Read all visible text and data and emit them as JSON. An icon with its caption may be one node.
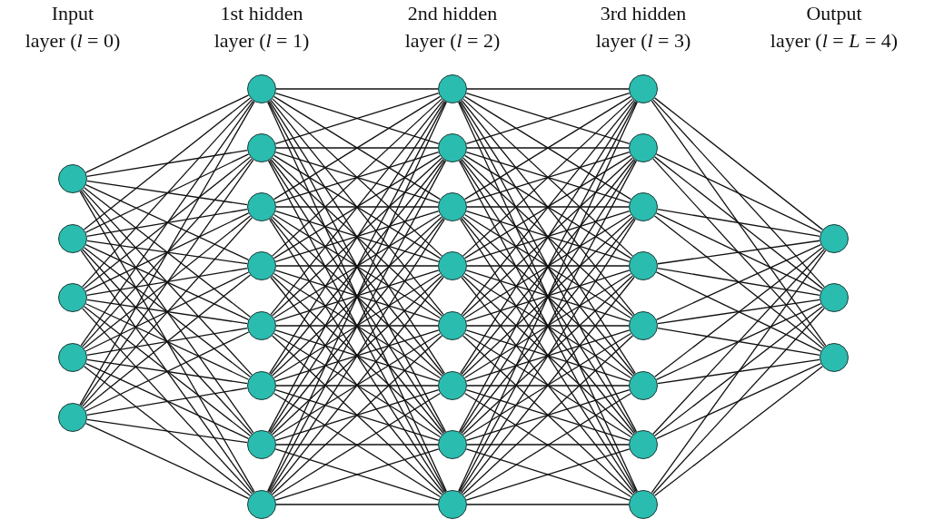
{
  "diagram": {
    "nodes": [
      {
        "text": [],
        "shape": "circle"
      },
      {
        "text": [],
        "shape": "circle"
      },
      {
        "text": [],
        "shape": "circle"
      },
      {
        "text": [],
        "shape": "circle"
      },
      {
        "text": [],
        "shape": "circle"
      },
      {
        "text": [],
        "shape": "circle"
      },
      {
        "text": [],
        "shape": "circle"
      },
      {
        "text": [],
        "shape": "circle"
      },
      {
        "text": [],
        "shape": "circle"
      },
      {
        "text": [],
        "shape": "circle"
      },
      {
        "text": [],
        "shape": "circle"
      },
      {
        "text": [],
        "shape": "circle"
      },
      {
        "text": [],
        "shape": "circle"
      },
      {
        "text": [],
        "shape": "circle"
      },
      {
        "text": [],
        "shape": "circle"
      },
      {
        "text": [],
        "shape": "circle"
      },
      {
        "text": [],
        "shape": "circle"
      },
      {
        "text": [],
        "shape": "circle"
      },
      {
        "text": [],
        "shape": "circle"
      },
      {
        "text": [],
        "shape": "circle"
      },
      {
        "text": [],
        "shape": "circle"
      },
      {
        "text": [],
        "shape": "circle"
      },
      {
        "text": [],
        "shape": "circle"
      },
      {
        "text": [],
        "shape": "circle"
      },
      {
        "text": [],
        "shape": "circle"
      },
      {
        "text": [],
        "shape": "circle"
      },
      {
        "text": [],
        "shape": "circle"
      },
      {
        "text": [],
        "shape": "circle"
      },
      {
        "text": [],
        "shape": "circle"
      },
      {
        "text": [],
        "shape": "circle"
      },
      {
        "text": [],
        "shape": "circle"
      },
      {
        "text": [],
        "shape": "circle"
      }
    ],
    "edges": [
      {
        "from": 0,
        "to": 5,
        "arrow": "none"
      },
      {
        "from": 0,
        "to": 6,
        "arrow": "none"
      },
      {
        "from": 0,
        "to": 7,
        "arrow": "none"
      },
      {
        "from": 0,
        "to": 8,
        "arrow": "none"
      },
      {
        "from": 0,
        "to": 9,
        "arrow": "none"
      },
      {
        "from": 0,
        "to": 10,
        "arrow": "none"
      },
      {
        "from": 0,
        "to": 11,
        "arrow": "none"
      },
      {
        "from": 0,
        "to": 12,
        "arrow": "none"
      },
      {
        "from": 1,
        "to": 5,
        "arrow": "none"
      },
      {
        "from": 1,
        "to": 6,
        "arrow": "none"
      },
      {
        "from": 1,
        "to": 7,
        "arrow": "none"
      },
      {
        "from": 1,
        "to": 8,
        "arrow": "none"
      },
      {
        "from": 1,
        "to": 9,
        "arrow": "none"
      },
      {
        "from": 1,
        "to": 10,
        "arrow": "none"
      },
      {
        "from": 1,
        "to": 11,
        "arrow": "none"
      },
      {
        "from": 1,
        "to": 12,
        "arrow": "none"
      },
      {
        "from": 2,
        "to": 5,
        "arrow": "none"
      },
      {
        "from": 2,
        "to": 6,
        "arrow": "none"
      },
      {
        "from": 2,
        "to": 7,
        "arrow": "none"
      },
      {
        "from": 2,
        "to": 8,
        "arrow": "none"
      },
      {
        "from": 2,
        "to": 9,
        "arrow": "none"
      },
      {
        "from": 2,
        "to": 10,
        "arrow": "none"
      },
      {
        "from": 2,
        "to": 11,
        "arrow": "none"
      },
      {
        "from": 2,
        "to": 12,
        "arrow": "none"
      },
      {
        "from": 3,
        "to": 5,
        "arrow": "none"
      },
      {
        "from": 3,
        "to": 6,
        "arrow": "none"
      },
      {
        "from": 3,
        "to": 7,
        "arrow": "none"
      },
      {
        "from": 3,
        "to": 8,
        "arrow": "none"
      },
      {
        "from": 3,
        "to": 9,
        "arrow": "none"
      },
      {
        "from": 3,
        "to": 10,
        "arrow": "none"
      },
      {
        "from": 3,
        "to": 11,
        "arrow": "none"
      },
      {
        "from": 3,
        "to": 12,
        "arrow": "none"
      },
      {
        "from": 4,
        "to": 5,
        "arrow": "none"
      },
      {
        "from": 4,
        "to": 6,
        "arrow": "none"
      },
      {
        "from": 4,
        "to": 7,
        "arrow": "none"
      },
      {
        "from": 4,
        "to": 8,
        "arrow": "none"
      },
      {
        "from": 4,
        "to": 9,
        "arrow": "none"
      },
      {
        "from": 4,
        "to": 10,
        "arrow": "none"
      },
      {
        "from": 4,
        "to": 11,
        "arrow": "none"
      },
      {
        "from": 4,
        "to": 12,
        "arrow": "none"
      },
      {
        "from": 5,
        "to": 13,
        "arrow": "none"
      },
      {
        "from": 5,
        "to": 14,
        "arrow": "none"
      },
      {
        "from": 5,
        "to": 15,
        "arrow": "none"
      },
      {
        "from": 5,
        "to": 16,
        "arrow": "none"
      },
      {
        "from": 5,
        "to": 17,
        "arrow": "none"
      },
      {
        "from": 5,
        "to": 18,
        "arrow": "none"
      },
      {
        "from": 5,
        "to": 19,
        "arrow": "none"
      },
      {
        "from": 5,
        "to": 20,
        "arrow": "none"
      },
      {
        "from": 6,
        "to": 13,
        "arrow": "none"
      },
      {
        "from": 6,
        "to": 14,
        "arrow": "none"
      },
      {
        "from": 6,
        "to": 15,
        "arrow": "none"
      },
      {
        "from": 6,
        "to": 16,
        "arrow": "none"
      },
      {
        "from": 6,
        "to": 17,
        "arrow": "none"
      },
      {
        "from": 6,
        "to": 18,
        "arrow": "none"
      },
      {
        "from": 6,
        "to": 19,
        "arrow": "none"
      },
      {
        "from": 6,
        "to": 20,
        "arrow": "none"
      },
      {
        "from": 7,
        "to": 13,
        "arrow": "none"
      },
      {
        "from": 7,
        "to": 14,
        "arrow": "none"
      },
      {
        "from": 7,
        "to": 15,
        "arrow": "none"
      },
      {
        "from": 7,
        "to": 16,
        "arrow": "none"
      },
      {
        "from": 7,
        "to": 17,
        "arrow": "none"
      },
      {
        "from": 7,
        "to": 18,
        "arrow": "none"
      },
      {
        "from": 7,
        "to": 19,
        "arrow": "none"
      },
      {
        "from": 7,
        "to": 20,
        "arrow": "none"
      },
      {
        "from": 8,
        "to": 13,
        "arrow": "none"
      },
      {
        "from": 8,
        "to": 14,
        "arrow": "none"
      },
      {
        "from": 8,
        "to": 15,
        "arrow": "none"
      },
      {
        "from": 8,
        "to": 16,
        "arrow": "none"
      },
      {
        "from": 8,
        "to": 17,
        "arrow": "none"
      },
      {
        "from": 8,
        "to": 18,
        "arrow": "none"
      },
      {
        "from": 8,
        "to": 19,
        "arrow": "none"
      },
      {
        "from": 8,
        "to": 20,
        "arrow": "none"
      },
      {
        "from": 9,
        "to": 13,
        "arrow": "none"
      },
      {
        "from": 9,
        "to": 14,
        "arrow": "none"
      },
      {
        "from": 9,
        "to": 15,
        "arrow": "none"
      },
      {
        "from": 9,
        "to": 16,
        "arrow": "none"
      },
      {
        "from": 9,
        "to": 17,
        "arrow": "none"
      },
      {
        "from": 9,
        "to": 18,
        "arrow": "none"
      },
      {
        "from": 9,
        "to": 19,
        "arrow": "none"
      },
      {
        "from": 9,
        "to": 20,
        "arrow": "none"
      },
      {
        "from": 10,
        "to": 13,
        "arrow": "none"
      },
      {
        "from": 10,
        "to": 14,
        "arrow": "none"
      },
      {
        "from": 10,
        "to": 15,
        "arrow": "none"
      },
      {
        "from": 10,
        "to": 16,
        "arrow": "none"
      },
      {
        "from": 10,
        "to": 17,
        "arrow": "none"
      },
      {
        "from": 10,
        "to": 18,
        "arrow": "none"
      },
      {
        "from": 10,
        "to": 19,
        "arrow": "none"
      },
      {
        "from": 10,
        "to": 20,
        "arrow": "none"
      },
      {
        "from": 11,
        "to": 13,
        "arrow": "none"
      },
      {
        "from": 11,
        "to": 14,
        "arrow": "none"
      },
      {
        "from": 11,
        "to": 15,
        "arrow": "none"
      },
      {
        "from": 11,
        "to": 16,
        "arrow": "none"
      },
      {
        "from": 11,
        "to": 17,
        "arrow": "none"
      },
      {
        "from": 11,
        "to": 18,
        "arrow": "none"
      },
      {
        "from": 11,
        "to": 19,
        "arrow": "none"
      },
      {
        "from": 11,
        "to": 20,
        "arrow": "none"
      },
      {
        "from": 12,
        "to": 13,
        "arrow": "none"
      },
      {
        "from": 12,
        "to": 14,
        "arrow": "none"
      },
      {
        "from": 12,
        "to": 15,
        "arrow": "none"
      },
      {
        "from": 12,
        "to": 16,
        "arrow": "none"
      },
      {
        "from": 12,
        "to": 17,
        "arrow": "none"
      },
      {
        "from": 12,
        "to": 18,
        "arrow": "none"
      },
      {
        "from": 12,
        "to": 19,
        "arrow": "none"
      },
      {
        "from": 12,
        "to": 20,
        "arrow": "none"
      },
      {
        "from": 13,
        "to": 21,
        "arrow": "none"
      },
      {
        "from": 13,
        "to": 22,
        "arrow": "none"
      },
      {
        "from": 13,
        "to": 23,
        "arrow": "none"
      },
      {
        "from": 13,
        "to": 24,
        "arrow": "none"
      },
      {
        "from": 13,
        "to": 25,
        "arrow": "none"
      },
      {
        "from": 13,
        "to": 26,
        "arrow": "none"
      },
      {
        "from": 13,
        "to": 27,
        "arrow": "none"
      },
      {
        "from": 13,
        "to": 28,
        "arrow": "none"
      },
      {
        "from": 14,
        "to": 21,
        "arrow": "none"
      },
      {
        "from": 14,
        "to": 22,
        "arrow": "none"
      },
      {
        "from": 14,
        "to": 23,
        "arrow": "none"
      },
      {
        "from": 14,
        "to": 24,
        "arrow": "none"
      },
      {
        "from": 14,
        "to": 25,
        "arrow": "none"
      },
      {
        "from": 14,
        "to": 26,
        "arrow": "none"
      },
      {
        "from": 14,
        "to": 27,
        "arrow": "none"
      },
      {
        "from": 14,
        "to": 28,
        "arrow": "none"
      },
      {
        "from": 15,
        "to": 21,
        "arrow": "none"
      },
      {
        "from": 15,
        "to": 22,
        "arrow": "none"
      },
      {
        "from": 15,
        "to": 23,
        "arrow": "none"
      },
      {
        "from": 15,
        "to": 24,
        "arrow": "none"
      },
      {
        "from": 15,
        "to": 25,
        "arrow": "none"
      },
      {
        "from": 15,
        "to": 26,
        "arrow": "none"
      },
      {
        "from": 15,
        "to": 27,
        "arrow": "none"
      },
      {
        "from": 15,
        "to": 28,
        "arrow": "none"
      },
      {
        "from": 16,
        "to": 21,
        "arrow": "none"
      },
      {
        "from": 16,
        "to": 22,
        "arrow": "none"
      },
      {
        "from": 16,
        "to": 23,
        "arrow": "none"
      },
      {
        "from": 16,
        "to": 24,
        "arrow": "none"
      },
      {
        "from": 16,
        "to": 25,
        "arrow": "none"
      },
      {
        "from": 16,
        "to": 26,
        "arrow": "none"
      },
      {
        "from": 16,
        "to": 27,
        "arrow": "none"
      },
      {
        "from": 16,
        "to": 28,
        "arrow": "none"
      },
      {
        "from": 17,
        "to": 21,
        "arrow": "none"
      },
      {
        "from": 17,
        "to": 22,
        "arrow": "none"
      },
      {
        "from": 17,
        "to": 23,
        "arrow": "none"
      },
      {
        "from": 17,
        "to": 24,
        "arrow": "none"
      },
      {
        "from": 17,
        "to": 25,
        "arrow": "none"
      },
      {
        "from": 17,
        "to": 26,
        "arrow": "none"
      },
      {
        "from": 17,
        "to": 27,
        "arrow": "none"
      },
      {
        "from": 17,
        "to": 28,
        "arrow": "none"
      },
      {
        "from": 18,
        "to": 21,
        "arrow": "none"
      },
      {
        "from": 18,
        "to": 22,
        "arrow": "none"
      },
      {
        "from": 18,
        "to": 23,
        "arrow": "none"
      },
      {
        "from": 18,
        "to": 24,
        "arrow": "none"
      },
      {
        "from": 18,
        "to": 25,
        "arrow": "none"
      },
      {
        "from": 18,
        "to": 26,
        "arrow": "none"
      },
      {
        "from": 18,
        "to": 27,
        "arrow": "none"
      },
      {
        "from": 18,
        "to": 28,
        "arrow": "none"
      },
      {
        "from": 19,
        "to": 21,
        "arrow": "none"
      },
      {
        "from": 19,
        "to": 22,
        "arrow": "none"
      },
      {
        "from": 19,
        "to": 23,
        "arrow": "none"
      },
      {
        "from": 19,
        "to": 24,
        "arrow": "none"
      },
      {
        "from": 19,
        "to": 25,
        "arrow": "none"
      },
      {
        "from": 19,
        "to": 26,
        "arrow": "none"
      },
      {
        "from": 19,
        "to": 27,
        "arrow": "none"
      },
      {
        "from": 19,
        "to": 28,
        "arrow": "none"
      },
      {
        "from": 20,
        "to": 21,
        "arrow": "none"
      },
      {
        "from": 20,
        "to": 22,
        "arrow": "none"
      },
      {
        "from": 20,
        "to": 23,
        "arrow": "none"
      },
      {
        "from": 20,
        "to": 24,
        "arrow": "none"
      },
      {
        "from": 20,
        "to": 25,
        "arrow": "none"
      },
      {
        "from": 20,
        "to": 26,
        "arrow": "none"
      },
      {
        "from": 20,
        "to": 27,
        "arrow": "none"
      },
      {
        "from": 20,
        "to": 28,
        "arrow": "none"
      },
      {
        "from": 21,
        "to": 29,
        "arrow": "none"
      },
      {
        "from": 21,
        "to": 30,
        "arrow": "none"
      },
      {
        "from": 21,
        "to": 31,
        "arrow": "none"
      },
      {
        "from": 22,
        "to": 29,
        "arrow": "none"
      },
      {
        "from": 22,
        "to": 30,
        "arrow": "none"
      },
      {
        "from": 22,
        "to": 31,
        "arrow": "none"
      },
      {
        "from": 23,
        "to": 29,
        "arrow": "none"
      },
      {
        "from": 23,
        "to": 30,
        "arrow": "none"
      },
      {
        "from": 23,
        "to": 31,
        "arrow": "none"
      },
      {
        "from": 24,
        "to": 29,
        "arrow": "none"
      },
      {
        "from": 24,
        "to": 30,
        "arrow": "none"
      },
      {
        "from": 24,
        "to": 31,
        "arrow": "none"
      },
      {
        "from": 25,
        "to": 29,
        "arrow": "none"
      },
      {
        "from": 25,
        "to": 30,
        "arrow": "none"
      },
      {
        "from": 25,
        "to": 31,
        "arrow": "none"
      },
      {
        "from": 26,
        "to": 29,
        "arrow": "none"
      },
      {
        "from": 26,
        "to": 30,
        "arrow": "none"
      },
      {
        "from": 26,
        "to": 31,
        "arrow": "none"
      },
      {
        "from": 27,
        "to": 29,
        "arrow": "none"
      },
      {
        "from": 27,
        "to": 30,
        "arrow": "none"
      },
      {
        "from": 27,
        "to": 31,
        "arrow": "none"
      },
      {
        "from": 28,
        "to": 29,
        "arrow": "none"
      },
      {
        "from": 28,
        "to": 30,
        "arrow": "none"
      },
      {
        "from": 28,
        "to": 31,
        "arrow": "none"
      }
    ],
    "labels": [
      "Input",
      "1st hidden",
      "2nd hidden",
      "3rd hidden",
      "Output",
      "layer (*l* = 0)",
      "layer (*l* = 1)",
      "layer (*l* = 2)",
      "layer (*l* = 3)",
      "layer (*l* = *L* = 4)"
    ]
  }
}
